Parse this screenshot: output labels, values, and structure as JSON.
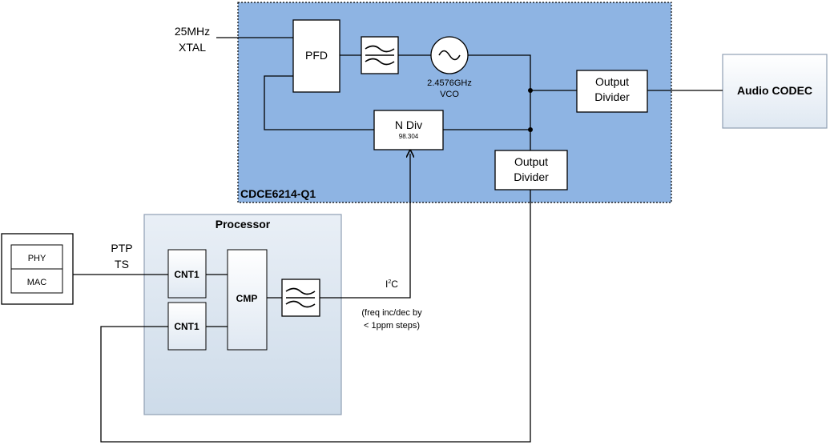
{
  "chip": {
    "name": "CDCE6214-Q1"
  },
  "input": {
    "freq": "25MHz",
    "source": "XTAL"
  },
  "pfd": {
    "label": "PFD"
  },
  "vco": {
    "freq": "2.4576GHz",
    "label": "VCO"
  },
  "ndiv": {
    "label": "N Div",
    "value": "98.304"
  },
  "output_divider_1": {
    "line1": "Output",
    "line2": "Divider"
  },
  "output_divider_2": {
    "line1": "Output",
    "line2": "Divider"
  },
  "codec": {
    "label": "Audio CODEC"
  },
  "processor": {
    "title": "Processor",
    "cnt1_a": "CNT1",
    "cnt1_b": "CNT1",
    "cmp": "CMP"
  },
  "phy_mac": {
    "phy": "PHY",
    "mac": "MAC"
  },
  "ptp": {
    "line1": "PTP",
    "line2": "TS"
  },
  "i2c": {
    "main": "I",
    "sup": "2",
    "tail": "C"
  },
  "note": {
    "line1": "(freq inc/dec by",
    "line2": "< 1ppm steps)"
  },
  "colors": {
    "chip_fill": "#8eb4e3",
    "box_fill": "#ffffff",
    "block_fill_top": "#ffffff",
    "block_fill_bottom": "#dfe8f2",
    "block_border": "#8f9fb3"
  }
}
